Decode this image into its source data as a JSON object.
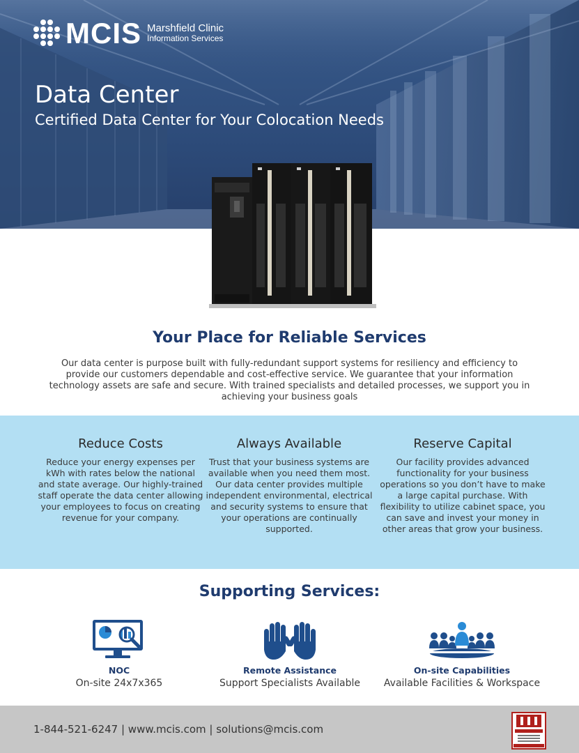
{
  "brand": {
    "logo_word": "MCIS",
    "org_line1": "Marshfield Clinic",
    "org_line2": "Information Services"
  },
  "hero": {
    "title": "Data Center",
    "subtitle": "Certified Data Center for Your Colocation Needs"
  },
  "intro": {
    "heading": "Your Place for Reliable Services",
    "body": "Our data center is purpose built with fully-redundant support systems for resiliency and efficiency to provide our customers dependable and cost-effective service. We guarantee that your information technology assets are safe and secure. With trained specialists and detailed processes, we support you in achieving your business goals"
  },
  "benefits": [
    {
      "title": "Reduce Costs",
      "body": "Reduce your energy expenses per kWh with rates below the national and state average. Our highly-trained staff operate the data center allowing your employees to focus on creating revenue for your company."
    },
    {
      "title": "Always Available",
      "body": "Trust that your business systems are available when you need them most. Our data center provides multiple independent environmental, electrical and security systems to ensure that your operations are continually supported."
    },
    {
      "title": "Reserve Capital",
      "body": "Our facility provides advanced functionality for your business operations so you don’t have to make a large capital purchase. With flexibility to utilize cabinet space, you can save and invest your money in other areas that grow your business."
    }
  ],
  "services": {
    "heading": "Supporting Services:",
    "items": [
      {
        "icon": "monitor-analytics-icon",
        "name": "NOC",
        "desc": "On-site 24x7x365"
      },
      {
        "icon": "hands-icon",
        "name": "Remote Assistance",
        "desc": "Support Specialists Available"
      },
      {
        "icon": "meeting-table-icon",
        "name": "On-site Capabilities",
        "desc": "Available Facilities & Workspace"
      }
    ]
  },
  "footer": {
    "contact": "1-844-521-6247 | www.mcis.com | solutions@mcis.com",
    "badge_icon": "tier-iii-badge-icon"
  },
  "colors": {
    "hero_blue": "#2e4d7c",
    "heading_navy": "#1f3b6e",
    "band_light_blue": "#b3dff3",
    "footer_gray": "#c6c6c6",
    "icon_blue": "#1f4e8c"
  }
}
